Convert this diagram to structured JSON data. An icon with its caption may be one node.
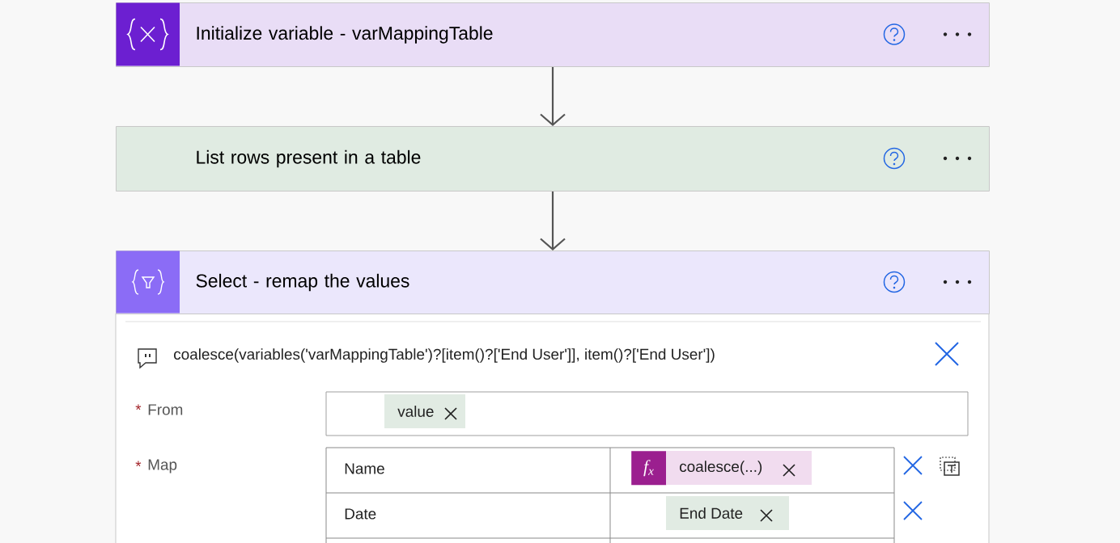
{
  "diagram": {
    "nodes": [
      {
        "text": [
          "Initialize variable - varMappingTable"
        ]
      },
      {
        "text": [
          "List rows present in a table"
        ]
      },
      {
        "text": [
          "Select - remap the values"
        ]
      }
    ],
    "edges": [
      {
        "from": 0,
        "to": 1,
        "arrow": "to"
      },
      {
        "from": 1,
        "to": 2,
        "arrow": "to"
      }
    ],
    "labels": [
      "coalesce(variables('varMappingTable')?[item()?['End User']], item()?['End User'])",
      "*",
      "From",
      "value",
      "*",
      "Map",
      "Name",
      "f$_{x}$",
      "coalesce(...)",
      "Date",
      "End Date"
    ]
  }
}
